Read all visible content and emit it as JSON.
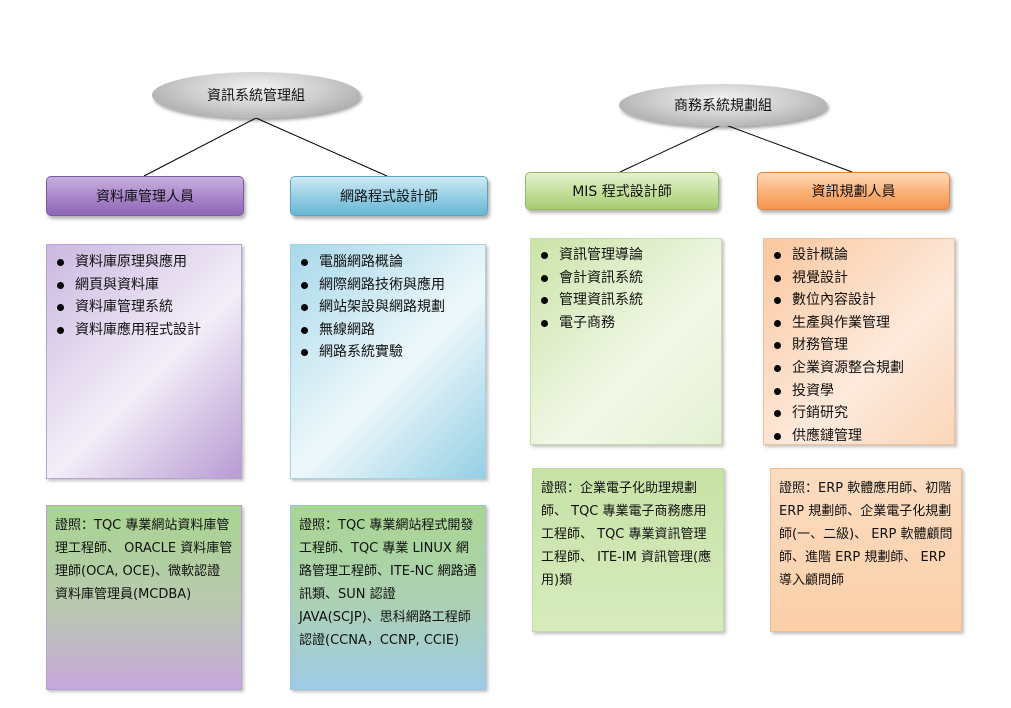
{
  "groups": [
    {
      "title": "資訊系統管理組"
    },
    {
      "title": "商務系統規劃組"
    }
  ],
  "roles": [
    {
      "title": "資料庫管理人員",
      "items": [
        "資料庫原理與應用",
        "網頁與資料庫",
        "資料庫管理系統",
        "資料庫應用程式設計"
      ],
      "cert": "證照：TQC 專業網站資料庫管理工程師、 ORACLE 資料庫管理師(OCA, OCE)、微軟認證資料庫管理員(MCDBA)"
    },
    {
      "title": "網路程式設計師",
      "items": [
        "電腦網路概論",
        "網際網路技術與應用",
        "網站架設與網路規劃",
        "無線網路",
        "網路系統實驗"
      ],
      "cert": "證照：TQC 專業網站程式開發工程師、TQC 專業 LINUX 網路管理工程師、ITE-NC 網路通訊類、SUN 認證 JAVA(SCJP)、思科網路工程師認證(CCNA，CCNP, CCIE)"
    },
    {
      "title": "MIS 程式設計師",
      "items": [
        "資訊管理導論",
        "會計資訊系統",
        "管理資訊系統",
        "電子商務"
      ],
      "cert": "證照：企業電子化助理規劃師、 TQC 專業電子商務應用工程師、 TQC 專業資訊管理工程師、 ITE-IM 資訊管理(應用)類"
    },
    {
      "title": "資訊規劃人員",
      "items": [
        "設計概論",
        "視覺設計",
        "數位內容設計",
        "生產與作業管理",
        "財務管理",
        "企業資源整合規劃",
        "投資學",
        "行銷研究",
        "供應鏈管理"
      ],
      "cert": "證照：ERP 軟體應用師、初階 ERP 規劃師、企業電子化規劃師(一、二級)、 ERP 軟體顧問師、進階 ERP 規劃師、 ERP 導入顧問師"
    }
  ],
  "colors": {
    "purple": "#a884c9",
    "blue": "#92cde4",
    "green": "#c3df9a",
    "orange": "#fbb077",
    "connector": "#000000"
  }
}
